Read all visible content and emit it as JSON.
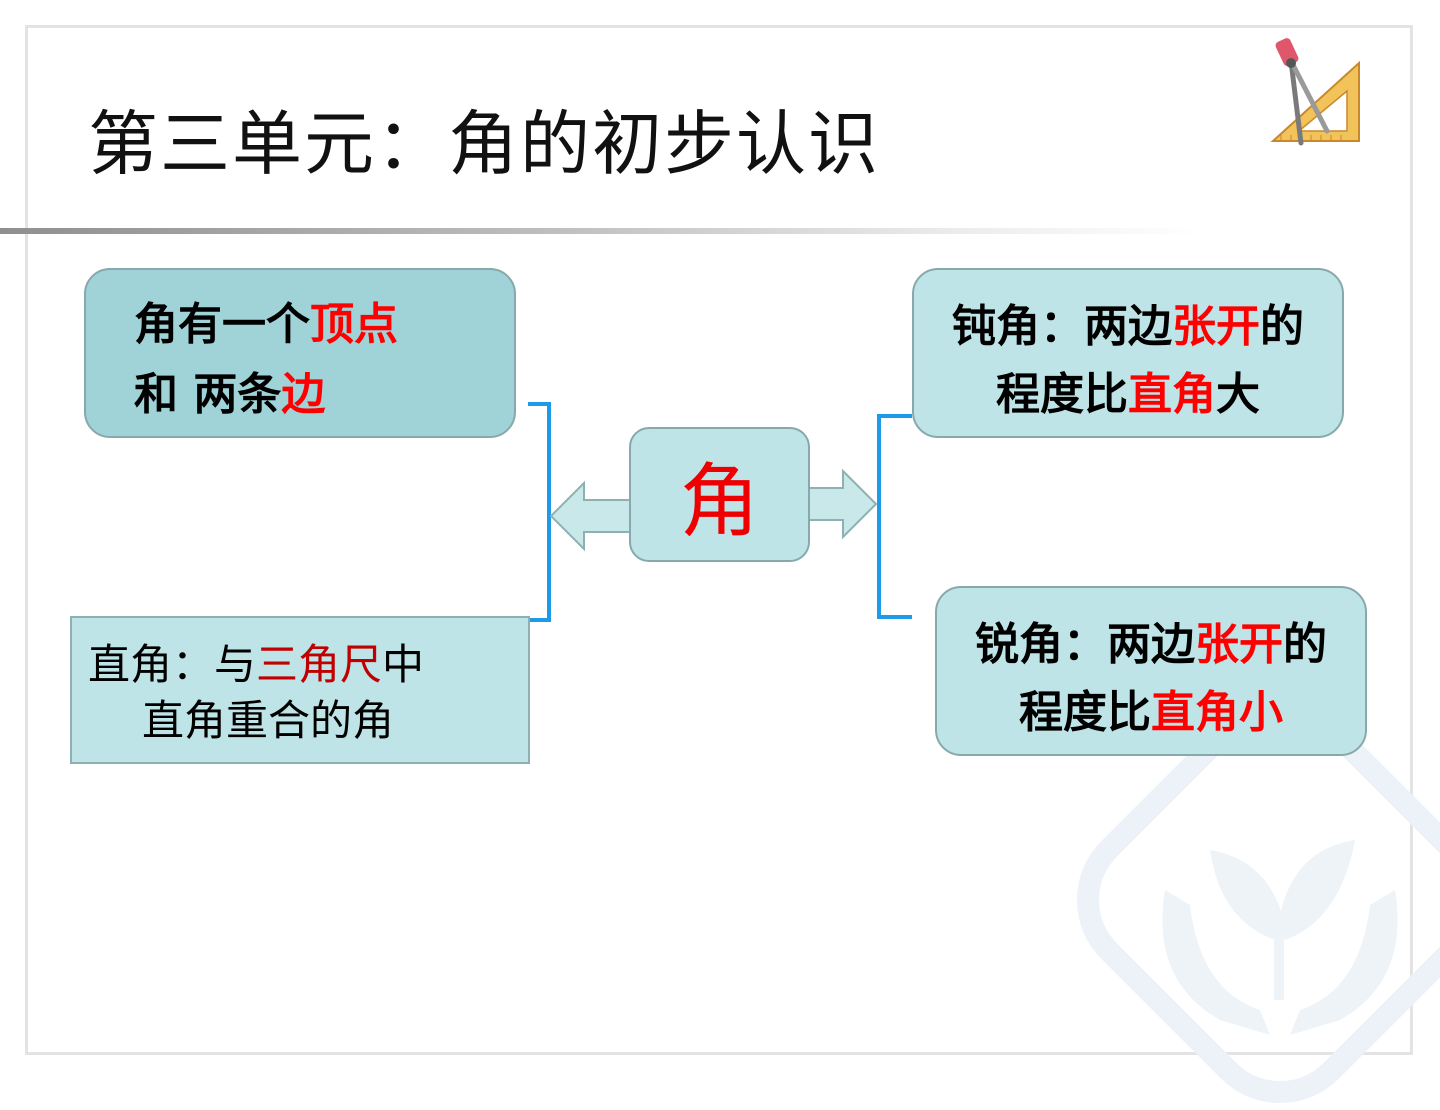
{
  "title": "第三单元：角的初步认识",
  "center": {
    "label": "角"
  },
  "vertex_box": {
    "line1_a": "角有一个",
    "line1_b": "顶点",
    "line2_a": "和 两条",
    "line2_b": "边"
  },
  "obtuse_box": {
    "line1_a": "钝角：两边",
    "line1_b": "张开",
    "line1_c": "的",
    "line2_a": "程度比",
    "line2_b": "直角",
    "line2_c": "大"
  },
  "acute_box": {
    "line1_a": "锐角：两边",
    "line1_b": "张开",
    "line1_c": "的",
    "line2_a": "程度比",
    "line2_b": "直角小"
  },
  "right_angle_box": {
    "line1_a": "直角：与",
    "line1_b": "三角尺",
    "line1_c": "中",
    "line2": "直角重合的角"
  },
  "colors": {
    "highlight": "#ff0000",
    "box_fill": "#bfe4e7",
    "box_fill_dark": "#9fd3d8",
    "bracket": "#1e9be8",
    "arrow_fill": "#c9e8ea"
  },
  "icons": [
    "compass-ruler-icon",
    "sprout-hands-icon"
  ]
}
